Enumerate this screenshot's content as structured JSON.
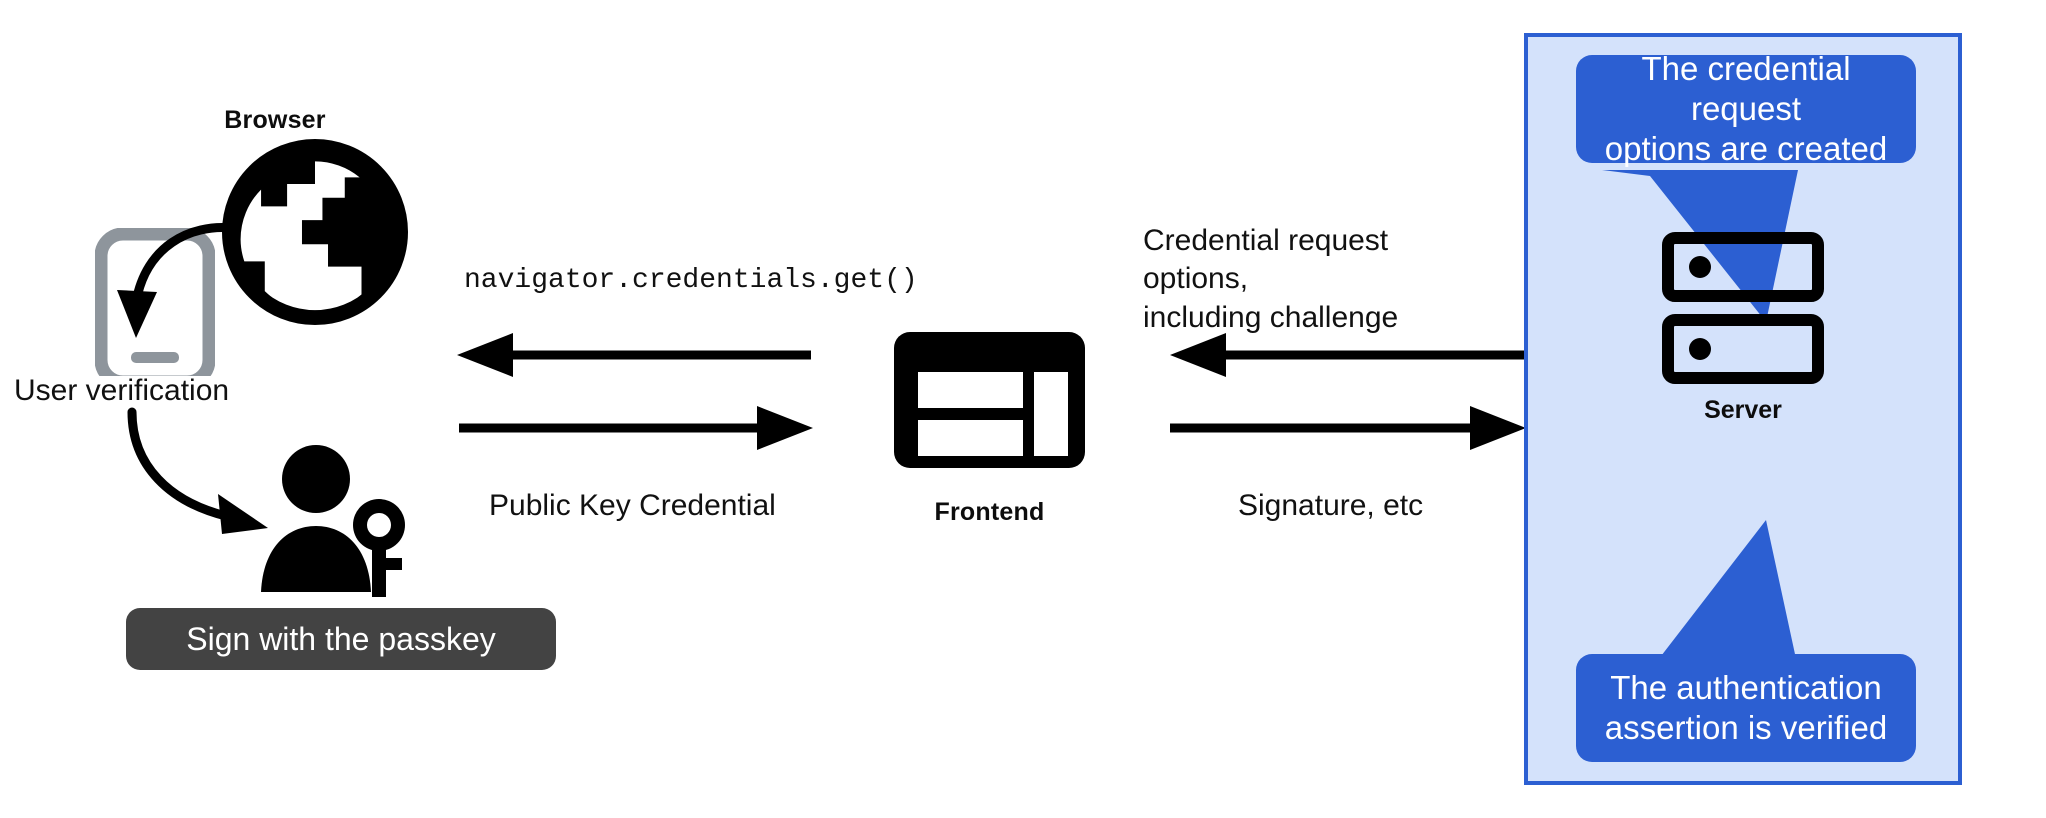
{
  "diagram": {
    "title": "WebAuthn passkey authentication flow",
    "colors": {
      "background": "#ffffff",
      "ink": "#111111",
      "phone_gray": "#8e959c",
      "tooltip_dark_bg": "#434343",
      "tooltip_dark_text": "#ffffff",
      "panel_fill": "#d4e2fb",
      "panel_border": "#2c5fd2",
      "bubble_fill": "#2c5fd2",
      "bubble_text": "#ffffff"
    }
  },
  "client": {
    "browser_label": "Browser",
    "user_verification_label": "User verification",
    "passkey_tooltip": "Sign with the passkey"
  },
  "frontend": {
    "label": "Frontend"
  },
  "server": {
    "label": "Server",
    "bubble_top": "The credential request\noptions are created",
    "bubble_bottom": "The authentication\nassertion is verified"
  },
  "flows": {
    "browser_to_frontend_request": "navigator.credentials.get()",
    "frontend_to_browser_response": "Public Key Credential",
    "server_to_frontend": "Credential request options,\nincluding challenge",
    "frontend_to_server": "Signature, etc"
  }
}
